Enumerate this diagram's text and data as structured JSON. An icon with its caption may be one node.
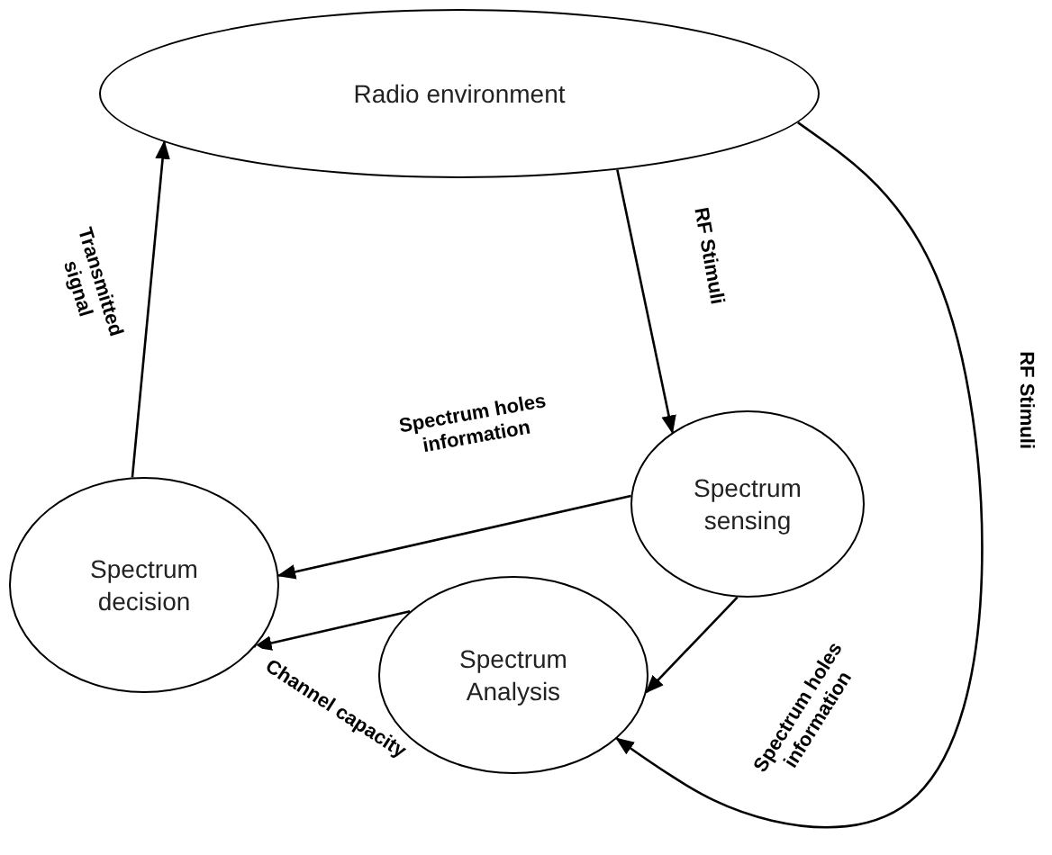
{
  "diagram": {
    "nodes": [
      {
        "text": [
          "Radio environment"
        ]
      },
      {
        "text": [
          "Spectrum sensing"
        ]
      },
      {
        "text": [
          "Spectrum decision"
        ]
      },
      {
        "text": [
          "Spectrum Analysis"
        ]
      }
    ],
    "edges": [
      {
        "from": 0,
        "to": 1,
        "arrow": "to",
        "label": "RF Stimuli"
      },
      {
        "from": 1,
        "to": 2,
        "arrow": "to",
        "label": "Spectrum holes information"
      },
      {
        "from": 1,
        "to": 3,
        "arrow": "to",
        "label": "Spectrum holes information"
      },
      {
        "from": 3,
        "to": 2,
        "arrow": "to",
        "label": "Channel capacity"
      },
      {
        "from": 2,
        "to": 0,
        "arrow": "to",
        "label": "Transmitted signal"
      },
      {
        "from": 0,
        "to": 3,
        "arrow": "to",
        "label": "RF Stimuli"
      }
    ]
  }
}
